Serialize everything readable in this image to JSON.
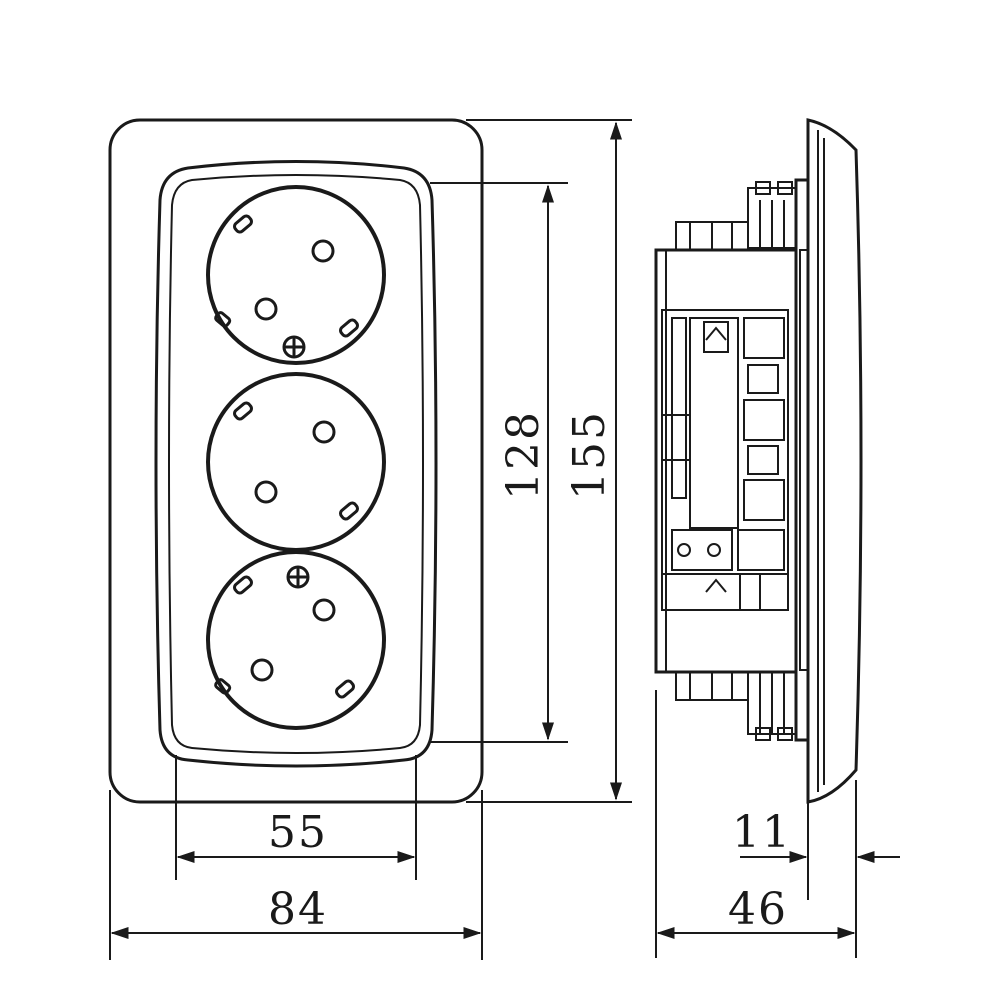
{
  "dimensions": {
    "inner_width": "55",
    "outer_width": "84",
    "inner_height": "128",
    "outer_height": "155",
    "plate_depth": "11",
    "total_depth": "46"
  },
  "colors": {
    "line": "#1a1a1a",
    "background": "#ffffff"
  },
  "sockets": [
    {
      "type": "schuko",
      "earth_mark": "bottom"
    },
    {
      "type": "schuko",
      "earth_mark": "none"
    },
    {
      "type": "schuko",
      "earth_mark": "top"
    }
  ]
}
